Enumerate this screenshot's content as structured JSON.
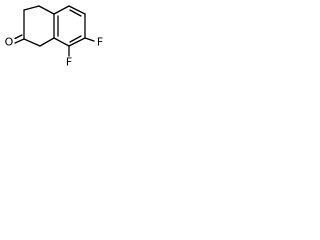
{
  "molecule": {
    "atoms": {
      "oxygen": "O",
      "fluorine_upper": "F",
      "fluorine_lower": "F"
    },
    "colors": {
      "bond": "#000000",
      "label": "#000000",
      "background": "#ffffff"
    }
  }
}
